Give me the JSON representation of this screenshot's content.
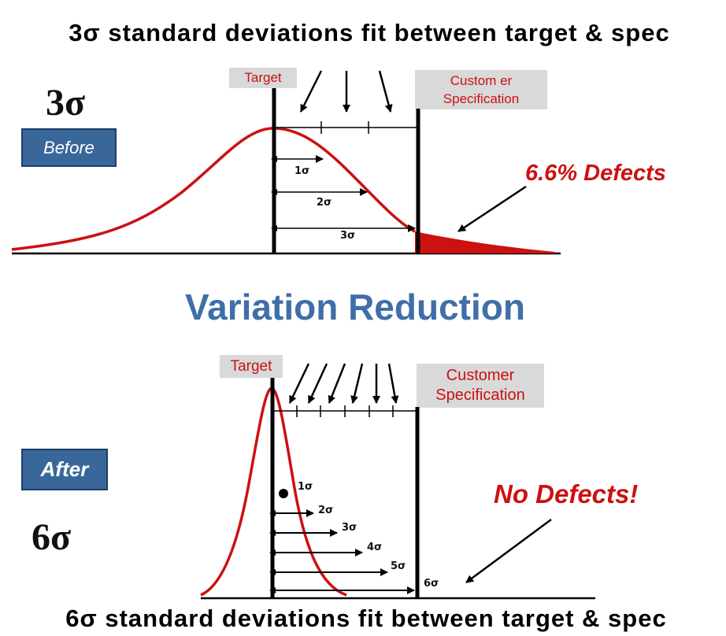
{
  "titles": {
    "top": "3σ standard deviations fit between target & spec",
    "bottom": "6σ standard deviations fit between target & spec"
  },
  "before": {
    "sigma": "3σ",
    "badge": "Before",
    "target": "Target",
    "spec_line1": "Custom er",
    "spec_line2": "Specification",
    "defects": "6.6% Defects",
    "sigma_marks": [
      "1σ",
      "2σ",
      "3σ"
    ]
  },
  "heading": "Variation Reduction",
  "after": {
    "sigma": "6σ",
    "badge": "After",
    "target": "Target",
    "spec_line1": "Customer",
    "spec_line2": "Specification",
    "defects": "No Defects!",
    "sigma_marks": [
      "1σ",
      "2σ",
      "3σ",
      "4σ",
      "5σ",
      "6σ"
    ]
  },
  "colors": {
    "curve": "#cc1111",
    "heading": "#3e6fa8",
    "badge": "#3a679a",
    "label_box": "#d9d9d9"
  }
}
